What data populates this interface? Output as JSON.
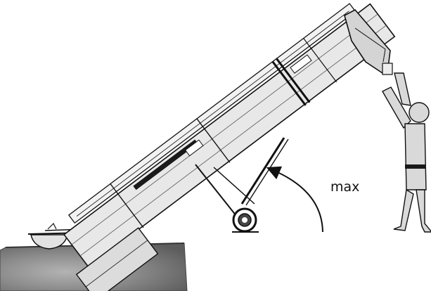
{
  "diagram": {
    "angle_label": "max",
    "elements": [
      "ground-block",
      "hopper",
      "conveyor-tube",
      "transport-wheel",
      "discharge-head",
      "rotation-arrow",
      "person-figure"
    ]
  },
  "colors": {
    "ground_dark": "#6f6f6f",
    "ground_light": "#a9a9a9",
    "tube_fill": "#e6e6e6",
    "line": "#111111",
    "figure_fill": "#d9d9d9",
    "belt": "#1a1a1a"
  }
}
